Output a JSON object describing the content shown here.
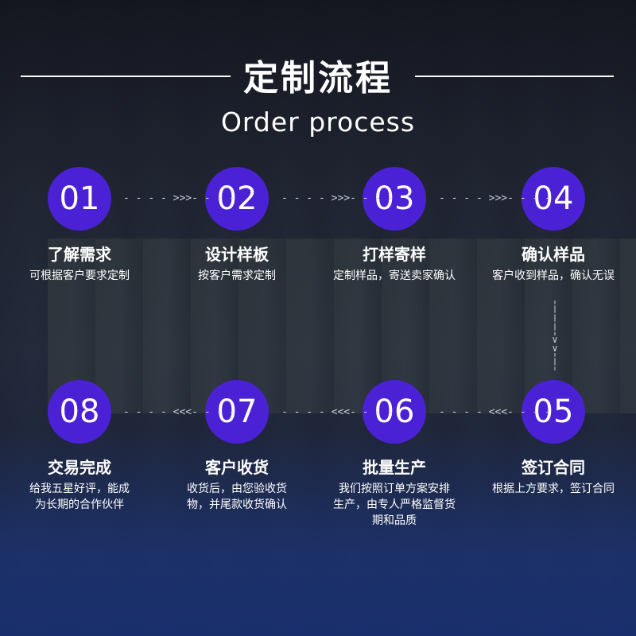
{
  "header": {
    "title_cn": "定制流程",
    "title_en": "Order process"
  },
  "steps": [
    {
      "number": "01",
      "title": "了解需求",
      "desc": "可根据客户要求定制"
    },
    {
      "number": "02",
      "title": "设计样板",
      "desc": "按客户需求定制"
    },
    {
      "number": "03",
      "title": "打样寄样",
      "desc": "定制样品，寄送卖家确认"
    },
    {
      "number": "04",
      "title": "确认样品",
      "desc": "客户收到样品，确认无误"
    },
    {
      "number": "05",
      "title": "签订合同",
      "desc": "根据上方要求，签订合同"
    },
    {
      "number": "06",
      "title": "批量生产",
      "desc": "我们按照订单方案安排\n生产，由专人严格监督货\n期和品质"
    },
    {
      "number": "07",
      "title": "客户收货",
      "desc": "收货后，由您验收货\n物，并尾款收货确认"
    },
    {
      "number": "08",
      "title": "交易完成",
      "desc": "给我五星好评，能成\n为长期的合作伙伴"
    }
  ],
  "arrows": {
    "right": "- - - - >>>- - - -",
    "left": "- - - - <<<- - - -",
    "down": "¦\n¦\n¦\n¦\n∨\n∨\n¦\n¦"
  },
  "colors": {
    "circle": "#4b21d6",
    "text": "#ffffff"
  }
}
